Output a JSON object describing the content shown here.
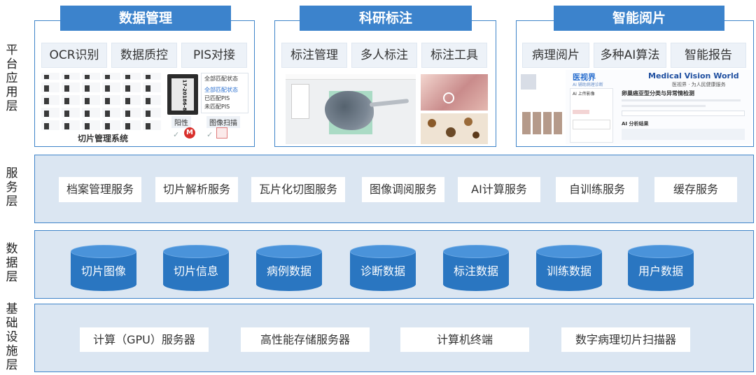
{
  "layers": {
    "platform": "平台应用层",
    "service": "服务层",
    "data": "数据层",
    "infra": "基础设施层"
  },
  "panels": [
    {
      "title": "数据管理",
      "tabs": [
        "OCR识别",
        "数据质控",
        "PIS对接"
      ],
      "screenshot": {
        "caption": "切片管理系统",
        "label_text": "17-20186-8",
        "status_options": [
          "全部匹配状态",
          "全部匹配状态",
          "已匹配PIS",
          "未匹配PIS"
        ],
        "badge": "阳性",
        "scan_label": "图像扫描",
        "stamp": "M"
      }
    },
    {
      "title": "科研标注",
      "tabs": [
        "标注管理",
        "多人标注",
        "标注工具"
      ]
    },
    {
      "title": "智能阅片",
      "tabs": [
        "病理阅片",
        "多种AI算法",
        "智能报告"
      ],
      "screenshot": {
        "logo": "医视界",
        "logo_sub": "AI 辅助病理诊断",
        "heading": "Medical Vision World",
        "subheading": "医视界 · 为人民健康服务",
        "card_title": "卵巢癌亚型分类与异常情检测",
        "section": "AI 分析结果",
        "side_title": "AI 上传影像"
      }
    }
  ],
  "services": [
    "档案管理服务",
    "切片解析服务",
    "瓦片化切图服务",
    "图像调阅服务",
    "AI计算服务",
    "自训练服务",
    "缓存服务"
  ],
  "data_stores": [
    "切片图像",
    "切片信息",
    "病例数据",
    "诊断数据",
    "标注数据",
    "训练数据",
    "用户数据"
  ],
  "infrastructure": [
    "计算（GPU）服务器",
    "高性能存储服务器",
    "计算机终端",
    "数字病理切片扫描器"
  ],
  "colors": {
    "accent": "#3c83cc",
    "cylinder": "#2a76c1",
    "band": "#dbe6f2"
  }
}
